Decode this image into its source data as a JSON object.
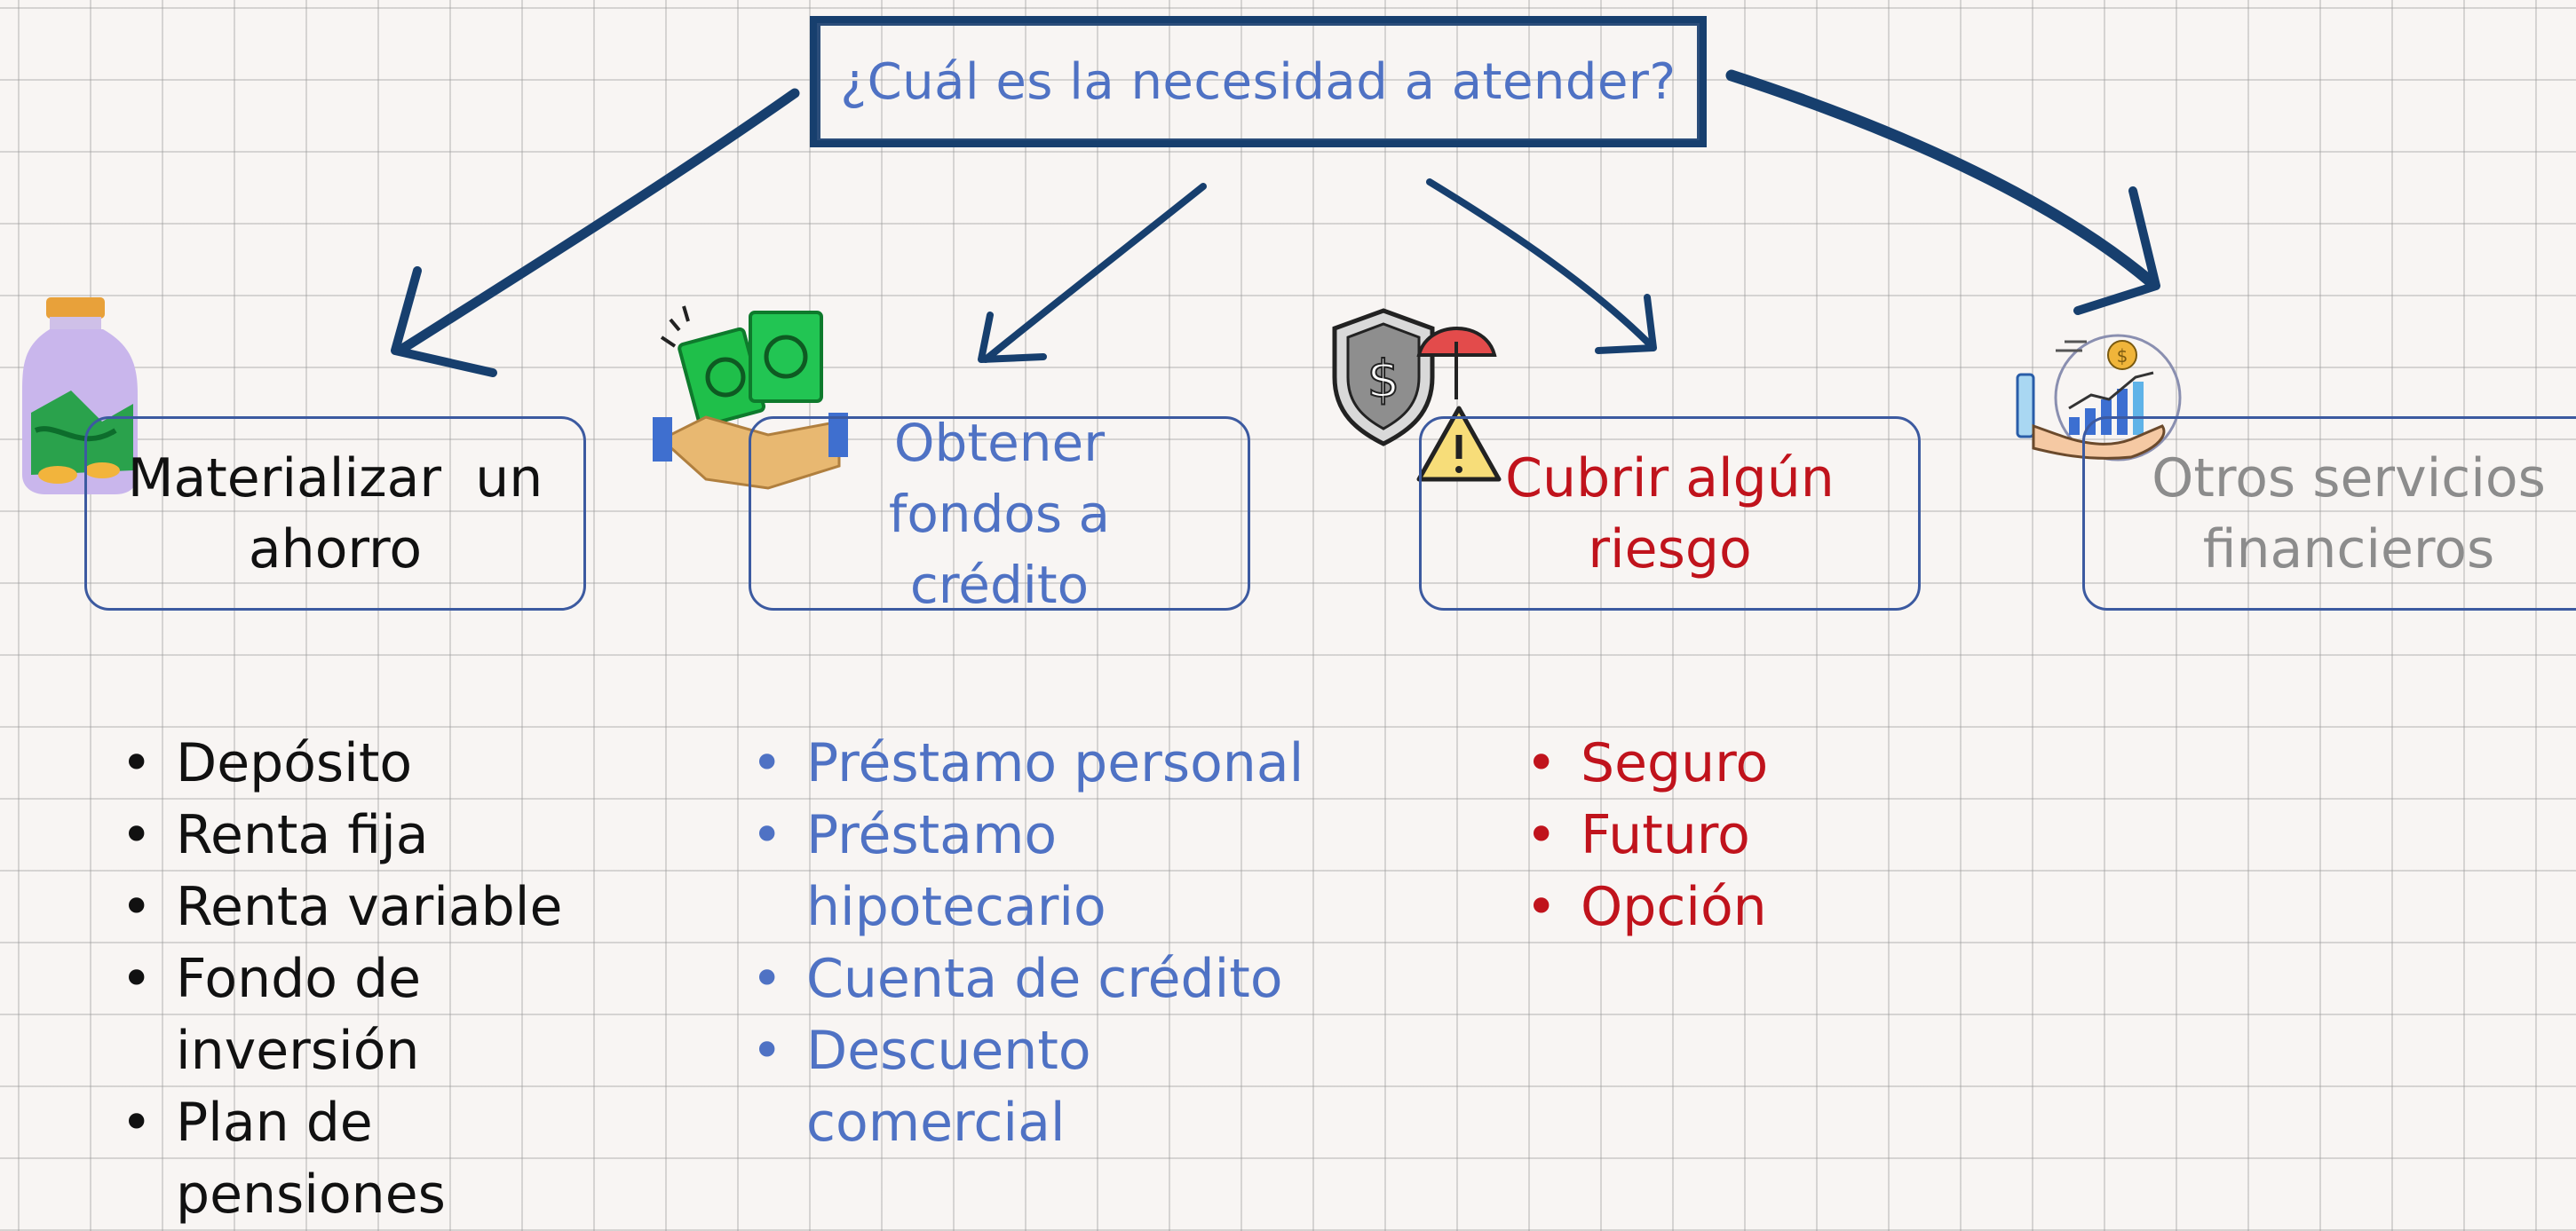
{
  "question": "¿Cuál es la necesidad a atender?",
  "categories": [
    {
      "label": "Materializar  un ahorro",
      "icon": "savings-jar-icon",
      "color": "#111111",
      "items": [
        "Depósito",
        "Renta fija",
        "Renta variable",
        "Fondo de inversión",
        "Plan de pensiones"
      ]
    },
    {
      "label": "Obtener fondos a crédito",
      "icon": "handshake-money-icon",
      "color": "#4f72c4",
      "items": [
        "Préstamo personal",
        "Préstamo hipotecario",
        "Cuenta de crédito",
        "Descuento comercial"
      ]
    },
    {
      "label": "Cubrir algún riesgo",
      "icon": "shield-umbrella-warning-icon",
      "color": "#c0131c",
      "items": [
        "Seguro",
        "Futuro",
        "Opción"
      ]
    },
    {
      "label": "Otros servicios financieros",
      "icon": "financial-growth-icon",
      "color": "#8c8c8c",
      "items": []
    }
  ],
  "colors": {
    "arrow": "#173f6e",
    "box_border": "#3c5aa0"
  }
}
